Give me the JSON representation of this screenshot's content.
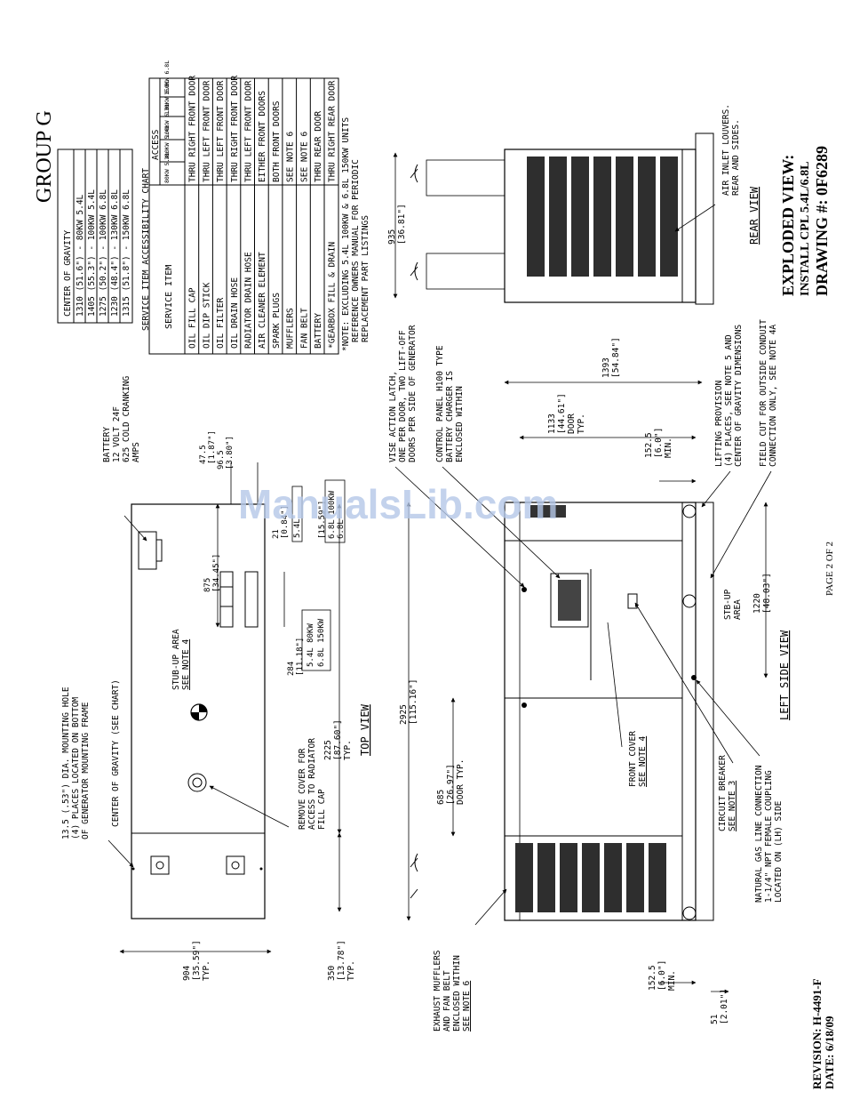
{
  "group_title": "GROUP G",
  "revision": "REVISION: H-4491-F",
  "date": "DATE: 6/18/09",
  "page": "PAGE 2 OF 2",
  "title_block": {
    "line1": "EXPLODED VIEW:",
    "line2": "INSTALL CPL 5.4L/6.8L",
    "line3": "DRAWING #: 0F6289"
  },
  "watermark": "ManualsLib.com",
  "cog_table": {
    "header": "CENTER OF GRAVITY",
    "rows": [
      "1310 (51.6\") - 80KW 5.4L",
      "1405 (55.3\") - 100KW 5.4L",
      "1275 (50.2\") - 100KW 6.8L",
      "1230 (48.4\") - 130KW 6.8L",
      "1315 (51.8\") - 150KW 6.8L"
    ]
  },
  "service_chart": {
    "title": "SERVICE ITEM ACCESSIBILITY CHART",
    "col_item": "SERVICE ITEM",
    "col_access": "ACCESS",
    "sub_a": "80KW 5.4L",
    "sub_b": "100KW 5.4L",
    "sub_c": "100KW 6.8L",
    "sub_d": "130KW 6.8L",
    "sub_e": "150KW 6.8L",
    "rows": [
      {
        "item": "OIL FILL CAP",
        "access": "THRU RIGHT FRONT DOOR"
      },
      {
        "item": "OIL DIP STICK",
        "access": "THRU LEFT FRONT DOOR"
      },
      {
        "item": "OIL FILTER",
        "access": "THRU LEFT FRONT DOOR"
      },
      {
        "item": "OIL DRAIN HOSE",
        "access": "THRU RIGHT FRONT DOOR"
      },
      {
        "item": "RADIATOR DRAIN HOSE",
        "access": "THRU LEFT FRONT DOOR"
      },
      {
        "item": "AIR CLEANER ELEMENT",
        "access": "EITHER FRONT DOORS"
      },
      {
        "item": "SPARK PLUGS",
        "access": "BOTH FRONT DOORS"
      },
      {
        "item": "MUFFLERS",
        "access": "SEE NOTE 6"
      },
      {
        "item": "FAN BELT",
        "access": "SEE NOTE 6"
      },
      {
        "item": "BATTERY",
        "access": "THRU REAR DOOR"
      },
      {
        "item": "*GEARBOX FILL & DRAIN",
        "access": "THRU RIGHT REAR DOOR"
      }
    ],
    "note1": "*NOTE: EXCLUDING 5.4L 100KW & 6.8L 150KW UNITS",
    "note2": "REFERENCE OWNERS MANUAL FOR PERIODIC",
    "note3": "REPLACEMENT PART LISTINGS"
  },
  "top_view": {
    "label": "TOP VIEW",
    "battery": [
      "BATTERY",
      "12 VOLT 24F",
      "625 COLD CRANKING",
      "AMPS"
    ],
    "cog": "CENTER OF GRAVITY (SEE CHART)",
    "mounting_hole": [
      "13.5 (.53\") DIA. MOUNTING HOLE",
      "(4) PLACES LOCATED ON BOTTOM",
      "OF GENERATOR MOUNTING FRAME"
    ],
    "stub_up": [
      "STUB-UP AREA",
      "SEE NOTE 4"
    ],
    "remove_cover": [
      "REMOVE COVER FOR",
      "ACCESS TO RADIATOR",
      "FILL CAP"
    ],
    "dim_475": [
      "47.5",
      "[1.87\"]"
    ],
    "dim_965": [
      "96.5",
      "[3.80\"]"
    ],
    "dim_875": [
      "875",
      "[34.45\"]"
    ],
    "dim_284": [
      "284",
      "[11.18\"]"
    ],
    "box_284": [
      "5.4L 80KW",
      "6.8L 150KW"
    ],
    "dim_21": [
      "21",
      "[0.84\"]"
    ],
    "box_21": [
      "5.4L"
    ],
    "dim_1559": [
      "[15.59\"]"
    ],
    "box_1559": [
      "6.8L 100KW",
      "6.8L"
    ],
    "dim_2225": [
      "2225",
      "[87.60\"]",
      "TYP."
    ],
    "dim_904": [
      "904",
      "[35.59\"]",
      "TYP."
    ],
    "dim_350": [
      "350",
      "[13.78\"]",
      "TYP."
    ]
  },
  "side_view": {
    "label": "LEFT SIDE VIEW",
    "latch": [
      "VISE ACTION LATCH,",
      "ONE PER DOOR, TWO LIFT-OFF",
      "DOORS PER SIDE OF GENERATOR"
    ],
    "control_panel": [
      "CONTROL PANEL H100 TYPE",
      "BATTERY CHARGER IS",
      "ENCLOSED WITHIN"
    ],
    "dim_2925": [
      "2925",
      "[115.16\"]"
    ],
    "dim_1393": [
      "1393",
      "[54.84\"]"
    ],
    "dim_1133": [
      "1133",
      "[44.61\"]",
      "DOOR",
      "TYP."
    ],
    "dim_1525_top": [
      "152.5",
      "[6.0\"]",
      "MIN."
    ],
    "lifting": [
      "LIFTING PROVISION",
      "(4) PLACES, SEE NOTE 5 AND",
      "CENTER OF GRAVITY DIMENSIONS"
    ],
    "field_cut": [
      "FIELD CUT FOR OUTSIDE CONDUIT",
      "CONNECTION ONLY, SEE NOTE 4A"
    ],
    "dim_1220": [
      "1220",
      "[48.03\"]"
    ],
    "stub_up": [
      "STB-UP",
      "AREA"
    ],
    "dim_685": [
      "685",
      "[26.97\"]",
      "DOOR TYP."
    ],
    "front_cover": [
      "FRONT COVER",
      "SEE NOTE 4"
    ],
    "breaker": [
      "CIRCUIT BREAKER",
      "SEE NOTE 3"
    ],
    "gas": [
      "NATURAL GAS LINE CONNECTION",
      "1-1/4\" NPT FEMALE COUPLING",
      "LOCATED ON (LH) SIDE"
    ],
    "exhaust": [
      "EXHAUST MUFFLERS",
      "AND FAN BELT",
      "ENCLOSED WITHIN",
      "SEE NOTE 6"
    ],
    "dim_1525_bot": [
      "152.5",
      "[6.0\"]",
      "MIN."
    ],
    "dim_51": [
      "51",
      "[2.01\"]"
    ]
  },
  "rear_view": {
    "label": "REAR VIEW",
    "louvers": [
      "AIR INLET LOUVERS.",
      "REAR AND SIDES."
    ],
    "dim_935": [
      "935",
      "[36.81\"]"
    ]
  }
}
